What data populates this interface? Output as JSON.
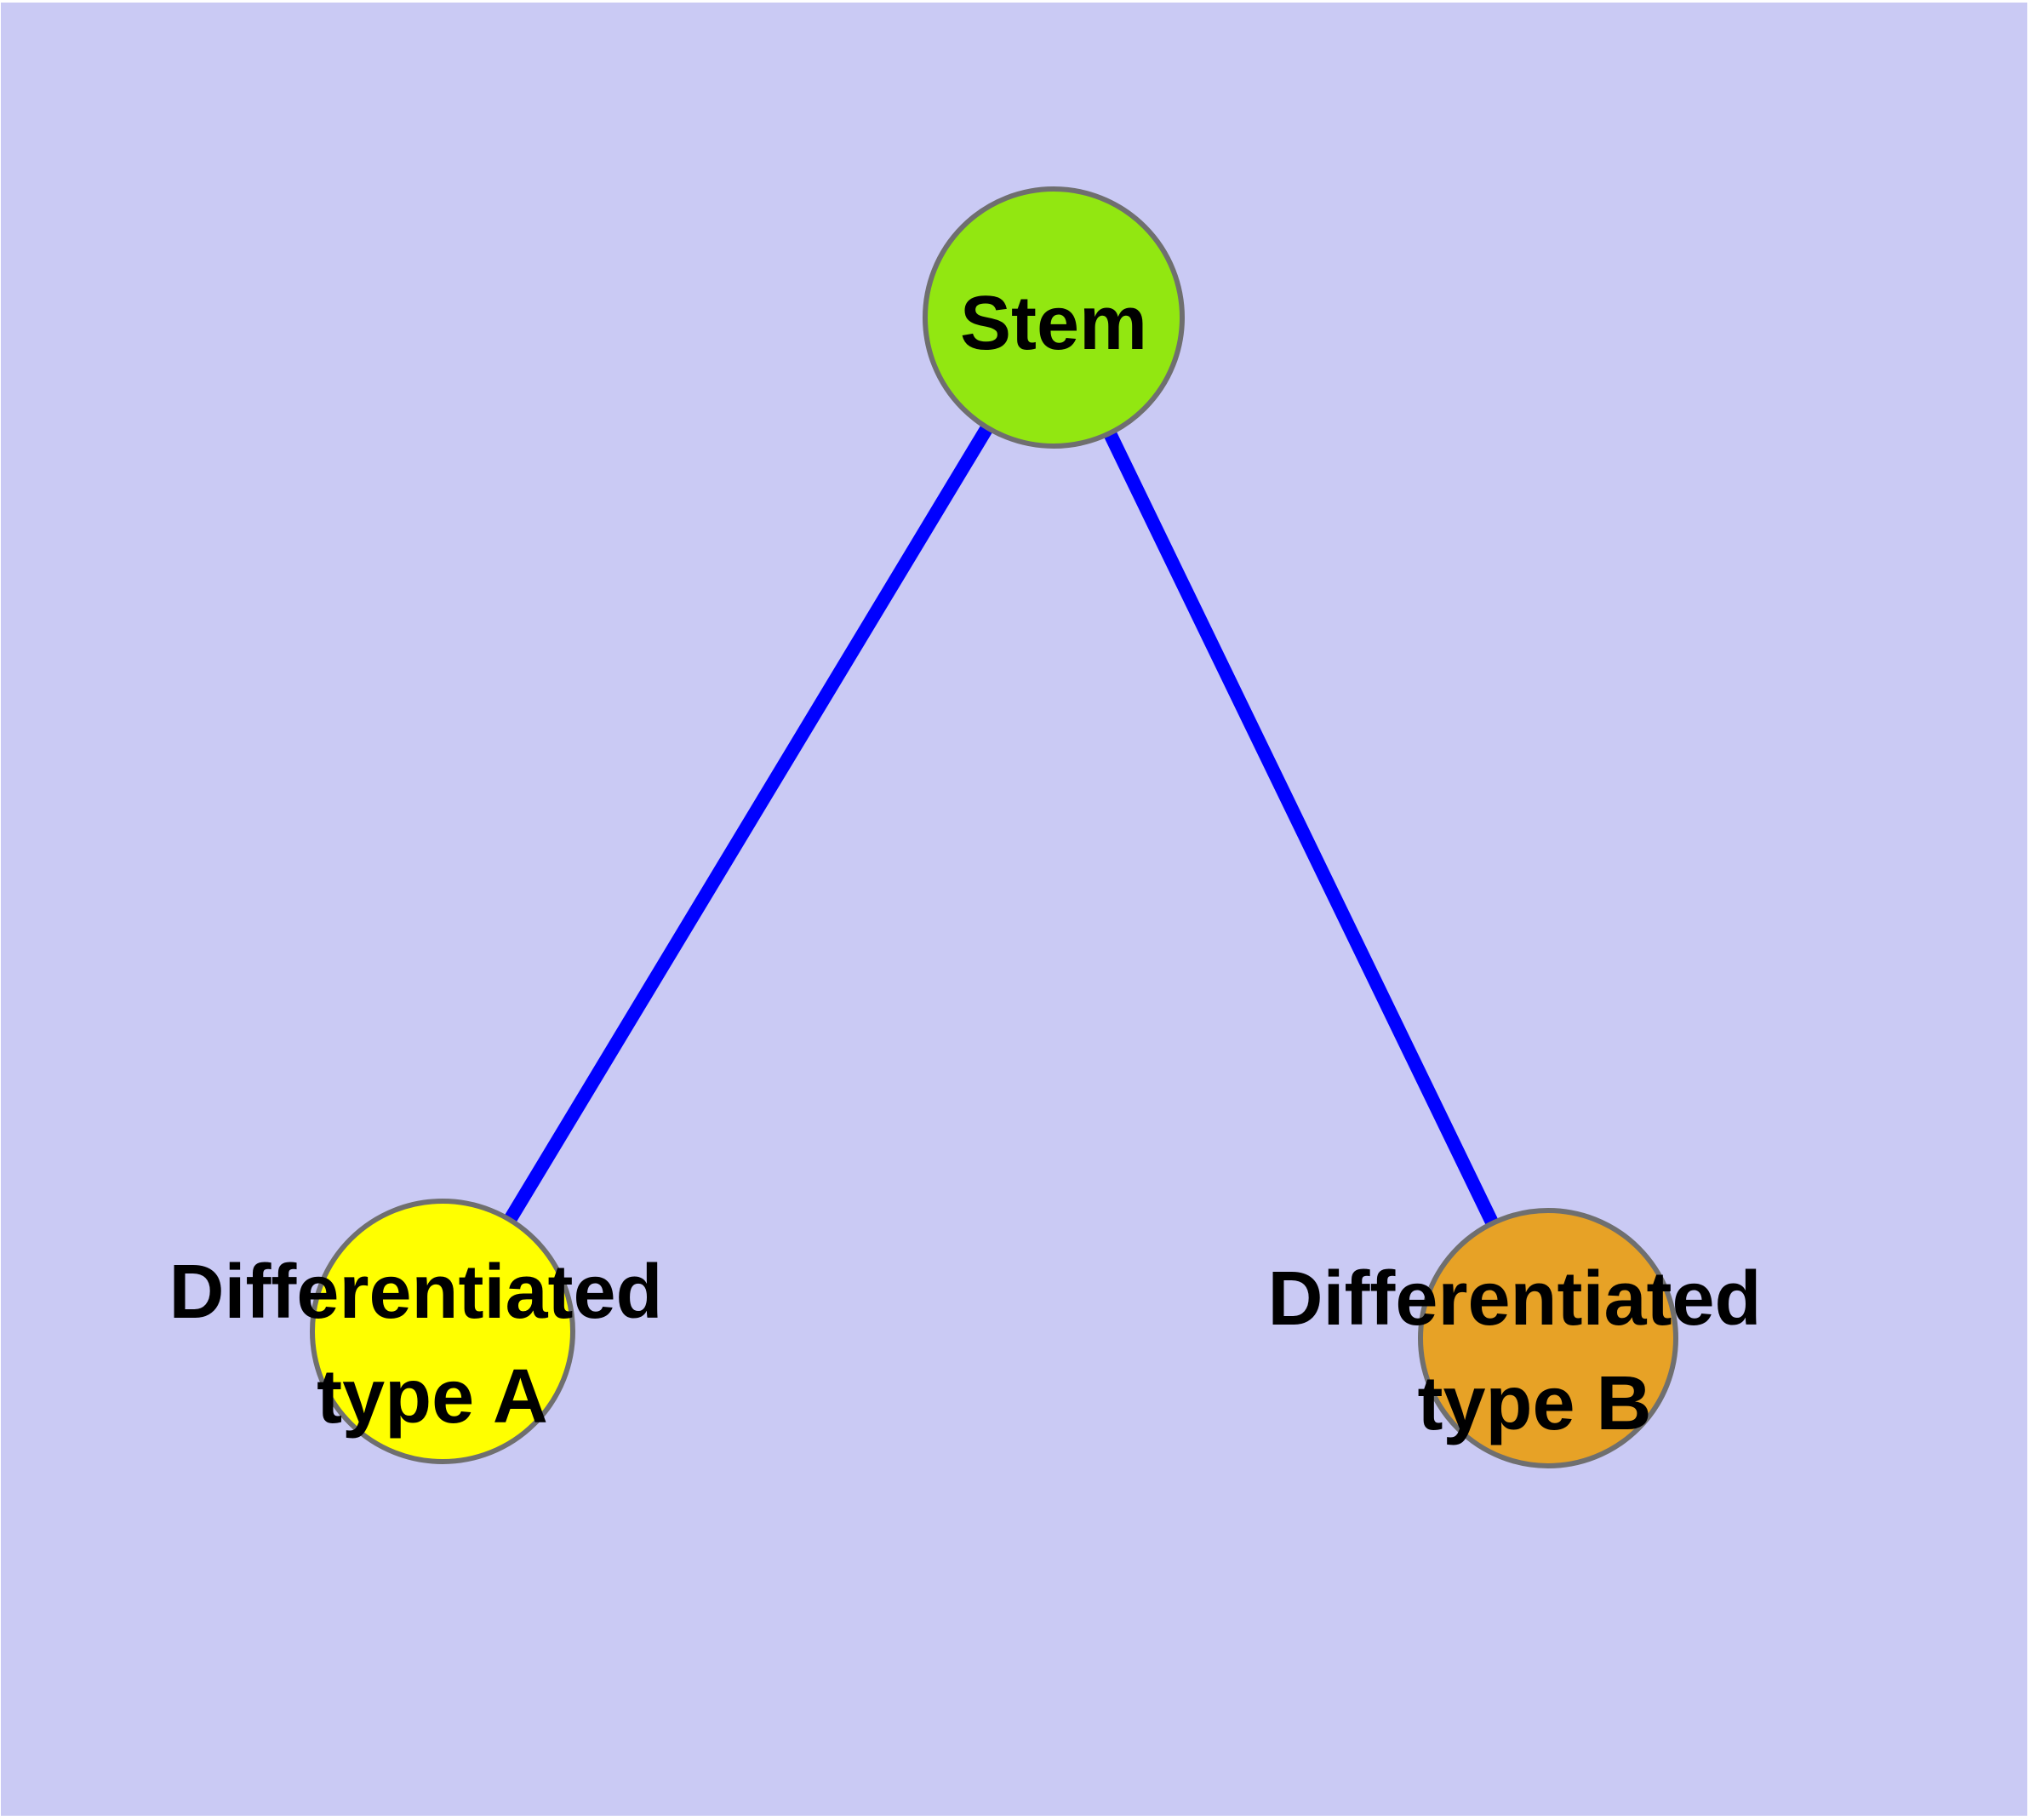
{
  "diagram": {
    "description": "Stem cell differentiation graph: one stem node branching to two differentiated cell type nodes",
    "colors": {
      "background": "#CACAF4",
      "page_margin": "#FFFFFF",
      "edge": "#0000FF",
      "node_border": "#6F6F6F",
      "label_text": "#000000",
      "stem_fill": "#92E711",
      "type_a_fill": "#FFFF00",
      "type_b_fill": "#E7A226"
    },
    "nodes": {
      "stem": {
        "label": "Stem",
        "fill": "#92E711"
      },
      "type_a": {
        "label": "Differentiated type A",
        "label_line1": "Differentiated",
        "label_line2": "type A",
        "fill": "#FFFF00"
      },
      "type_b": {
        "label": "Differentiated type B",
        "label_line1": "Differentiated",
        "label_line2": "type B",
        "fill": "#E7A226"
      }
    },
    "edges": [
      {
        "from": "Stem",
        "to": "Differentiated type A"
      },
      {
        "from": "Stem",
        "to": "Differentiated type B"
      }
    ]
  }
}
